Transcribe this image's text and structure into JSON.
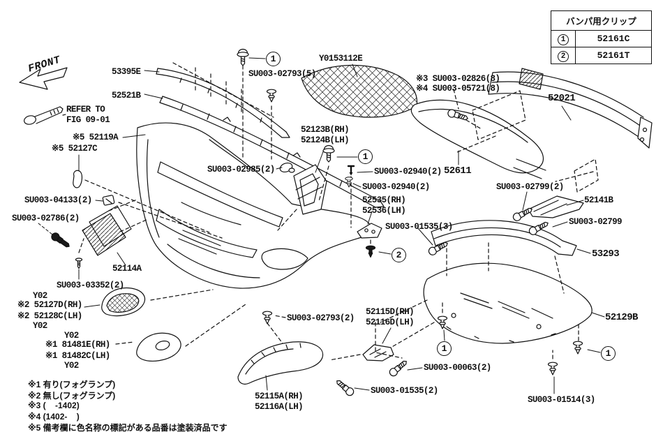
{
  "legend_table": {
    "title": "バンパ用クリップ",
    "rows": [
      {
        "num": "1",
        "part": "52161C"
      },
      {
        "num": "2",
        "part": "52161T"
      }
    ]
  },
  "callouts": [
    {
      "num": "1"
    },
    {
      "num": "1"
    },
    {
      "num": "2"
    },
    {
      "num": "1"
    },
    {
      "num": "1"
    }
  ],
  "labels": [
    {
      "id": "front-direction",
      "text": "FRONT"
    },
    {
      "id": "refer-note",
      "text": "REFER TO\nFIG 09-01"
    },
    {
      "id": "53395E",
      "text": "53395E"
    },
    {
      "id": "52521B",
      "text": "52521B"
    },
    {
      "id": "SU003-02793-5",
      "text": "SU003-02793(5)"
    },
    {
      "id": "Y0153112E",
      "text": "Y0153112E"
    },
    {
      "id": "SU003-02826-8",
      "text": "※3 SU003-02826(8)"
    },
    {
      "id": "SU003-05721-8",
      "text": "※4 SU003-05721(8)"
    },
    {
      "id": "52021",
      "text": "52021"
    },
    {
      "id": "52123B-52124B",
      "text": "52123B(RH)\n52124B(LH)"
    },
    {
      "id": "SU003-02985-2",
      "text": "SU003-02985(2)"
    },
    {
      "id": "SU003-02940-2a",
      "text": "SU003-02940(2)"
    },
    {
      "id": "SU003-02940-2b",
      "text": "SU003-02940(2)"
    },
    {
      "id": "52535-52536",
      "text": "52535(RH)\n52536(LH)"
    },
    {
      "id": "52611",
      "text": "52611"
    },
    {
      "id": "SU003-02799-2",
      "text": "SU003-02799(2)"
    },
    {
      "id": "52141B",
      "text": "52141B"
    },
    {
      "id": "SU003-02799",
      "text": "SU003-02799"
    },
    {
      "id": "52119A",
      "text": "※5 52119A"
    },
    {
      "id": "52127C",
      "text": "※5 52127C"
    },
    {
      "id": "SU003-04133-2",
      "text": "SU003-04133(2)"
    },
    {
      "id": "SU003-02786-2",
      "text": "SU003-02786(2)"
    },
    {
      "id": "SU003-01535-3",
      "text": "SU003-01535(3)"
    },
    {
      "id": "53293",
      "text": "53293"
    },
    {
      "id": "52114A",
      "text": "52114A"
    },
    {
      "id": "SU003-03352-2",
      "text": "SU003-03352(2)"
    },
    {
      "id": "Y02-a",
      "text": "Y02"
    },
    {
      "id": "52127D",
      "text": "※2 52127D(RH)"
    },
    {
      "id": "52128C",
      "text": "※2 52128C(LH)"
    },
    {
      "id": "Y02-b",
      "text": "Y02"
    },
    {
      "id": "Y02-c",
      "text": "Y02"
    },
    {
      "id": "81481E",
      "text": "※1 81481E(RH)"
    },
    {
      "id": "81482C",
      "text": "※1 81482C(LH)"
    },
    {
      "id": "Y02-d",
      "text": "Y02"
    },
    {
      "id": "SU003-02793-2",
      "text": "SU003-02793(2)"
    },
    {
      "id": "52115D-52116D",
      "text": "52115D(RH)\n52116D(LH)"
    },
    {
      "id": "52129B",
      "text": "52129B"
    },
    {
      "id": "SU003-00063-2",
      "text": "SU003-00063(2)"
    },
    {
      "id": "SU003-01535-2",
      "text": "SU003-01535(2)"
    },
    {
      "id": "52115A-52116A",
      "text": "52115A(RH)\n52116A(LH)"
    },
    {
      "id": "SU003-01514-3",
      "text": "SU003-01514(3)"
    }
  ],
  "notes": [
    "※1 有り(フォグランプ)",
    "※2 無し(フォグランプ)",
    "※3 (    -1402)",
    "※4 (1402-    )",
    "※5 備考欄に色名称の標記がある品番は塗装済品です"
  ]
}
